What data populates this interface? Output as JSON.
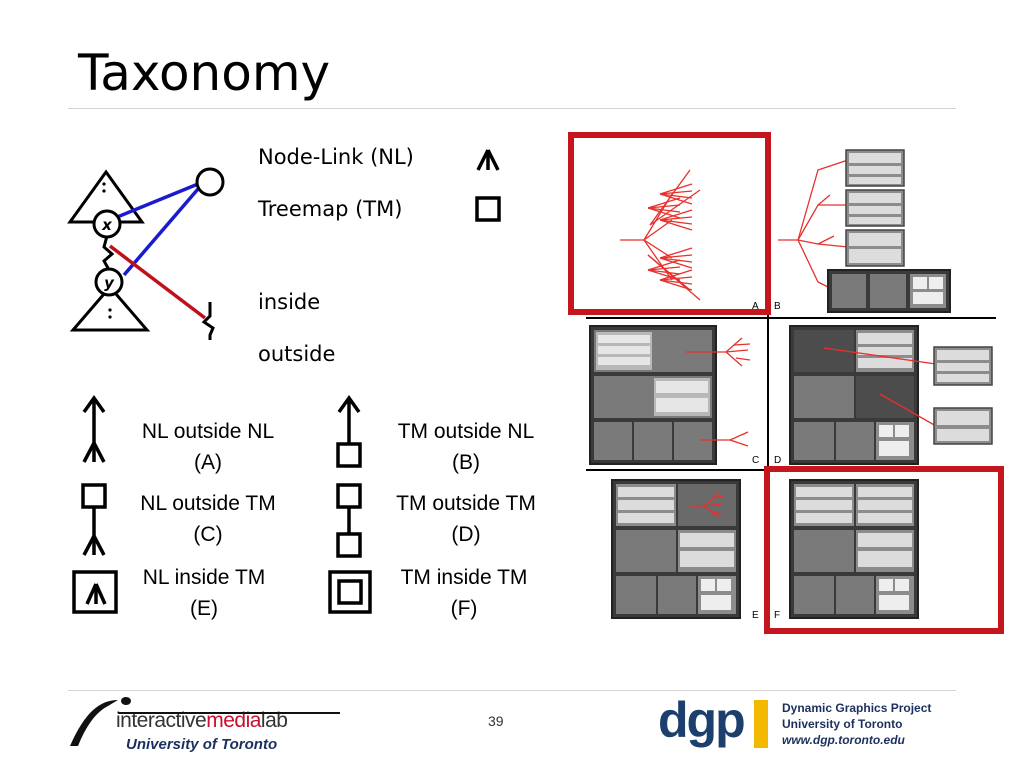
{
  "slide": {
    "title": "Taxonomy",
    "page_number": "39"
  },
  "diagram_labels": {
    "node_x": "x",
    "node_y": "y"
  },
  "legend": {
    "node_link": "Node-Link (NL)",
    "treemap": "Treemap (TM)",
    "inside": "inside",
    "outside": "outside"
  },
  "combinations": [
    {
      "line1": "NL outside NL",
      "line2": "(A)"
    },
    {
      "line1": "TM outside NL",
      "line2": "(B)"
    },
    {
      "line1": "NL outside TM",
      "line2": "(C)"
    },
    {
      "line1": "TM outside TM",
      "line2": "(D)"
    },
    {
      "line1": "NL inside TM",
      "line2": "(E)"
    },
    {
      "line1": "TM inside TM",
      "line2": "(F)"
    }
  ],
  "quadrant_letters": [
    "A",
    "B",
    "C",
    "D",
    "E",
    "F"
  ],
  "footer": {
    "lab_logo": {
      "part1": "interactive",
      "part2": "media",
      "part3": "lab"
    },
    "university": "University of Toronto",
    "dgp_logo": "dgp",
    "dgp_name": "Dynamic Graphics Project",
    "dgp_university": "University of Toronto",
    "dgp_url": "www.dgp.toronto.edu"
  },
  "colors": {
    "highlight_red": "#c4161c",
    "tree_red": "#e8302c",
    "link_blue": "#1a1ad0",
    "link_red": "#c0101c",
    "dgp_blue": "#1c3f6e",
    "dgp_gold": "#f2b900",
    "lab_red": "#c8102e"
  },
  "icons": {
    "node_link": "node-link-icon",
    "treemap": "treemap-square-icon",
    "inside": "zigzag-inside-icon"
  }
}
